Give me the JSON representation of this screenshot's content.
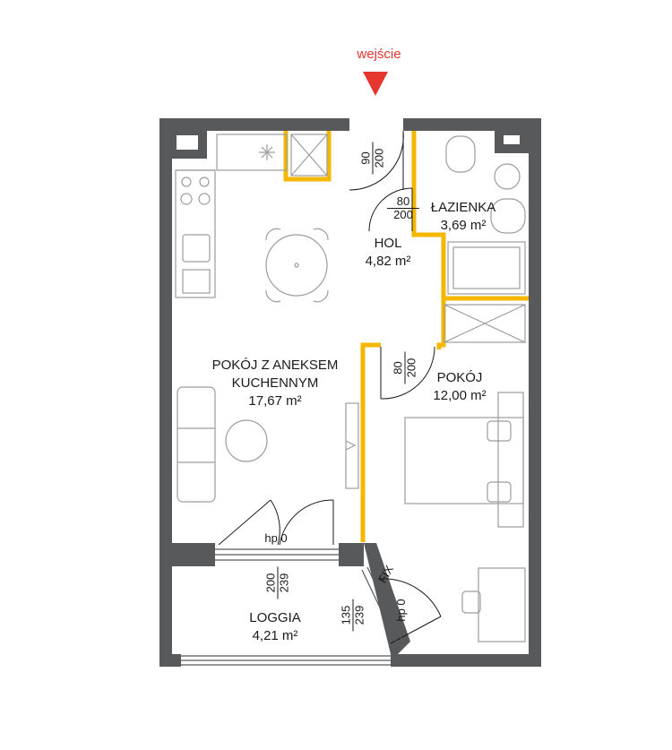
{
  "entrance": {
    "label": "wejście"
  },
  "rooms": [
    {
      "id": "living",
      "name": "POKÓJ Z ANEKSEM KUCHENNYM",
      "area": "17,67 m²"
    },
    {
      "id": "hall",
      "name": "HOL",
      "area": "4,82 m²"
    },
    {
      "id": "bathroom",
      "name": "ŁAZIENKA",
      "area": "3,69 m²"
    },
    {
      "id": "room",
      "name": "POKÓJ",
      "area": "12,00 m²"
    },
    {
      "id": "loggia",
      "name": "LOGGIA",
      "area": "4,21 m²"
    }
  ],
  "doors": {
    "entry": {
      "w": "90",
      "h": "200"
    },
    "bath": {
      "w": "80",
      "h": "200"
    },
    "room": {
      "w": "80",
      "h": "200"
    },
    "loggia": {
      "w": "200",
      "h": "239"
    },
    "room_window": {
      "w": "135",
      "h": "239"
    }
  },
  "annotations": {
    "hp_living": "hp 0",
    "hp_room": "hp 0",
    "fix": "FIX"
  },
  "colors": {
    "wall": "#58595b",
    "partition": "#f5b800",
    "entry_arrow": "#e5362f",
    "furniture": "#9d9d9d"
  }
}
